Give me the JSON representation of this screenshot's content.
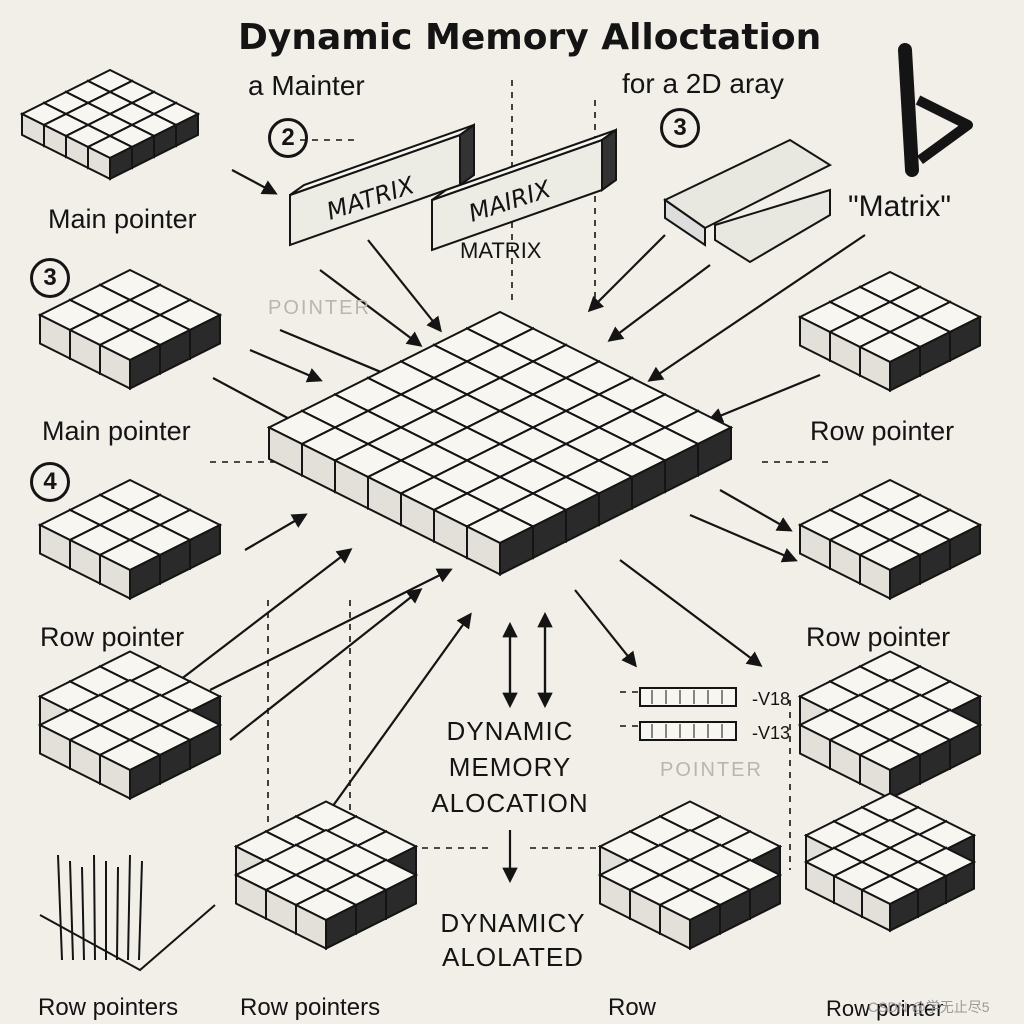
{
  "title": "Dynamic Memory Alloctation",
  "subtitle": "for a 2D aray",
  "top_left_label": "a  Mainter",
  "matrix_bar_1": "MATRIX",
  "matrix_bar_2": "MAIRIX",
  "matrix_caption": "MATRIX",
  "matrix_quote": "\"Matrix\"",
  "faint_pointer_top": "POINTER",
  "faint_pointer_bottom": "POINTER",
  "marker_2": "2",
  "marker_3_top": "3",
  "marker_3_left": "3",
  "marker_4_left": "4",
  "left_labels": [
    "Main pointer",
    "Main pointer",
    "Row pointer"
  ],
  "right_labels": [
    "Row pointer",
    "Row pointer"
  ],
  "center_label_1": [
    "DYNAMIC",
    "MEMORY",
    "ALOCATION"
  ],
  "center_label_2": [
    "DYNAMICY",
    "ALOLATED"
  ],
  "slot_values": [
    "-V18",
    "-V13"
  ],
  "bottom_labels": [
    "Row pointers",
    "Row pointers",
    "Row",
    "Row pointer"
  ],
  "watermark": "CSDN @学无止尽5"
}
